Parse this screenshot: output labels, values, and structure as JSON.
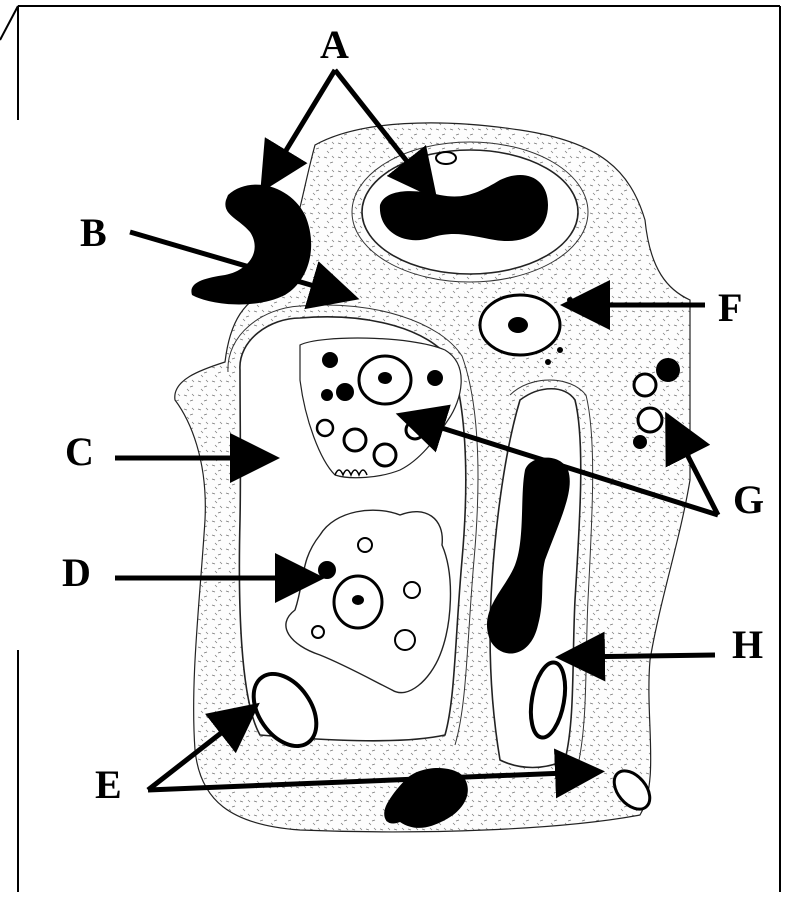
{
  "diagram": {
    "labels": {
      "A": "A",
      "B": "B",
      "C": "C",
      "D": "D",
      "E": "E",
      "F": "F",
      "G": "G",
      "H": "H"
    },
    "colors": {
      "ink": "#000000",
      "background": "#ffffff",
      "stroke": "#1a1a1a",
      "speckle": "#555555"
    }
  }
}
